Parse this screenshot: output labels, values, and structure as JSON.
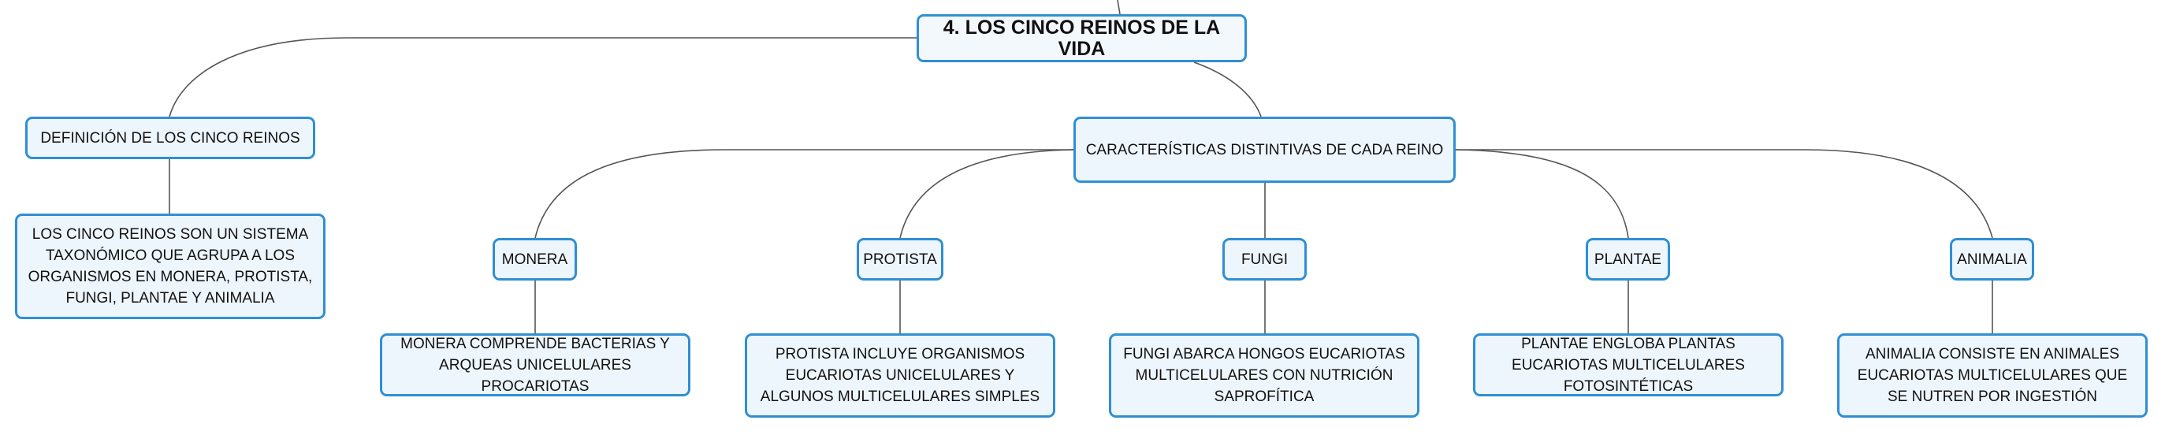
{
  "root": {
    "label": "4. LOS CINCO REINOS DE LA VIDA"
  },
  "definition": {
    "label": "DEFINICIÓN DE LOS CINCO REINOS",
    "text": "LOS CINCO REINOS SON UN SISTEMA TAXONÓMICO QUE AGRUPA A LOS ORGANISMOS EN MONERA, PROTISTA, FUNGI, PLANTAE Y ANIMALIA"
  },
  "characteristics": {
    "label": "CARACTERÍSTICAS DISTINTIVAS DE CADA REINO"
  },
  "kingdoms": [
    {
      "label": "MONERA",
      "text": "MONERA COMPRENDE BACTERIAS Y ARQUEAS UNICELULARES PROCARIOTAS"
    },
    {
      "label": "PROTISTA",
      "text": "PROTISTA INCLUYE ORGANISMOS EUCARIOTAS UNICELULARES Y ALGUNOS MULTICELULARES SIMPLES"
    },
    {
      "label": "FUNGI",
      "text": "FUNGI ABARCA HONGOS EUCARIOTAS MULTICELULARES CON NUTRICIÓN SAPROFÍTICA"
    },
    {
      "label": "PLANTAE",
      "text": "PLANTAE ENGLOBA PLANTAS EUCARIOTAS MULTICELULARES FOTOSINTÉTICAS"
    },
    {
      "label": "ANIMALIA",
      "text": "ANIMALIA CONSISTE EN ANIMALES EUCARIOTAS MULTICELULARES QUE SE NUTREN POR INGESTIÓN"
    }
  ],
  "colors": {
    "border": "#2f8fd4",
    "fill": "#eef6fd",
    "line": "#555555"
  }
}
